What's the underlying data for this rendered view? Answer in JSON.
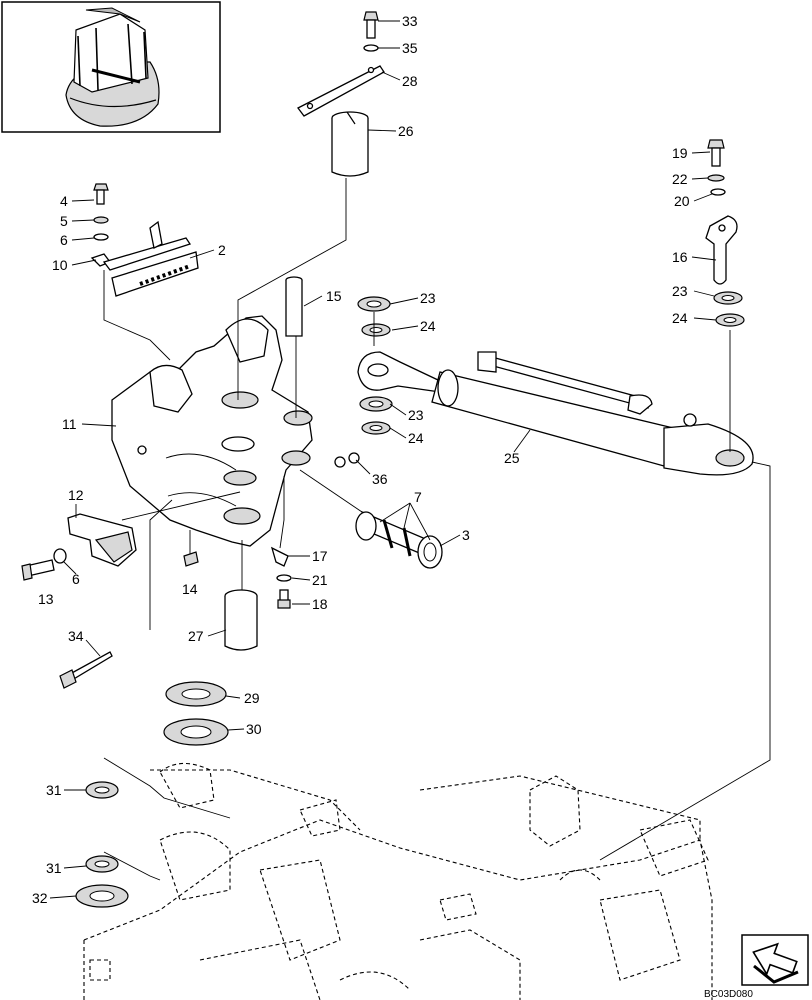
{
  "drawing_code": "BC03D080",
  "callouts": [
    {
      "id": "c33",
      "text": "33"
    },
    {
      "id": "c35",
      "text": "35"
    },
    {
      "id": "c28",
      "text": "28"
    },
    {
      "id": "c26",
      "text": "26"
    },
    {
      "id": "c19",
      "text": "19"
    },
    {
      "id": "c22",
      "text": "22"
    },
    {
      "id": "c20",
      "text": "20"
    },
    {
      "id": "c4",
      "text": "4"
    },
    {
      "id": "c5",
      "text": "5"
    },
    {
      "id": "c6a",
      "text": "6"
    },
    {
      "id": "c2",
      "text": "2"
    },
    {
      "id": "c10",
      "text": "10"
    },
    {
      "id": "c16",
      "text": "16"
    },
    {
      "id": "c15",
      "text": "15"
    },
    {
      "id": "c23a",
      "text": "23"
    },
    {
      "id": "c24a",
      "text": "24"
    },
    {
      "id": "c23b",
      "text": "23"
    },
    {
      "id": "c24b",
      "text": "24"
    },
    {
      "id": "c23c",
      "text": "23"
    },
    {
      "id": "c24c",
      "text": "24"
    },
    {
      "id": "c11",
      "text": "11"
    },
    {
      "id": "c25",
      "text": "25"
    },
    {
      "id": "c36",
      "text": "36"
    },
    {
      "id": "c12",
      "text": "12"
    },
    {
      "id": "c7",
      "text": "7"
    },
    {
      "id": "c3",
      "text": "3"
    },
    {
      "id": "c6b",
      "text": "6"
    },
    {
      "id": "c13",
      "text": "13"
    },
    {
      "id": "c14",
      "text": "14"
    },
    {
      "id": "c17",
      "text": "17"
    },
    {
      "id": "c21",
      "text": "21"
    },
    {
      "id": "c18",
      "text": "18"
    },
    {
      "id": "c27",
      "text": "27"
    },
    {
      "id": "c34",
      "text": "34"
    },
    {
      "id": "c29",
      "text": "29"
    },
    {
      "id": "c30",
      "text": "30"
    },
    {
      "id": "c31a",
      "text": "31"
    },
    {
      "id": "c31b",
      "text": "31"
    },
    {
      "id": "c32",
      "text": "32"
    }
  ]
}
